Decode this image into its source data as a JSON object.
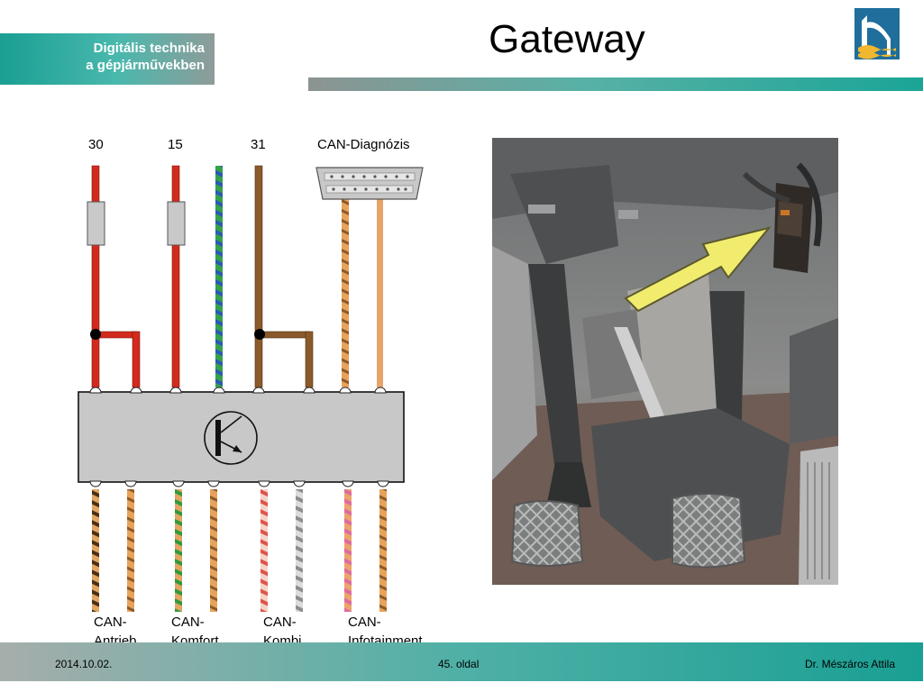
{
  "header": {
    "course_line1": "Digitális technika",
    "course_line2": "a gépjárművekben",
    "title": "Gateway"
  },
  "diagram": {
    "pins": [
      "30",
      "15",
      "31",
      "CAN-Diagnózis"
    ],
    "buses": [
      {
        "line1": "CAN-",
        "line2": "Antrieb"
      },
      {
        "line1": "CAN-",
        "line2": "Komfort"
      },
      {
        "line1": "CAN-",
        "line2": "Kombi"
      },
      {
        "line1": "CAN-",
        "line2": "Infotainment"
      }
    ]
  },
  "footer": {
    "date": "2014.10.02.",
    "page": "45. oldal",
    "author": "Dr. Mészáros Attila"
  },
  "colors": {
    "accent_teal": "#1a9f93",
    "wire_red": "#d32a1e",
    "wire_brown": "#8b5a2b",
    "wire_orange": "#e39a55"
  }
}
